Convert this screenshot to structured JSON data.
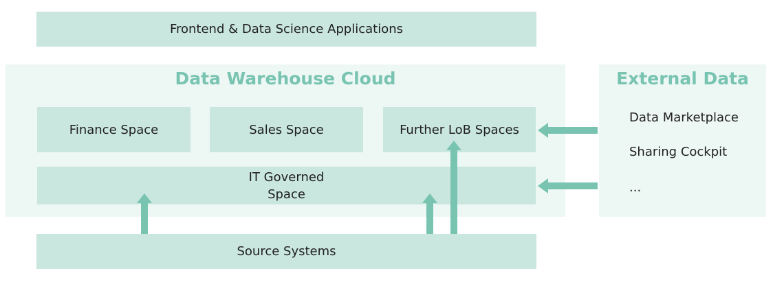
{
  "top_bar": {
    "label": "Frontend & Data Science Applications"
  },
  "dwc": {
    "title": "Data Warehouse Cloud",
    "spaces": [
      "Finance Space",
      "Sales Space",
      "Further LoB Spaces"
    ],
    "it_governed": {
      "line1": "IT Governed",
      "line2": "Space"
    }
  },
  "source": {
    "label": "Source Systems"
  },
  "external": {
    "title": "External Data",
    "items": [
      "Data Marketplace",
      "Sharing Cockpit",
      "..."
    ]
  },
  "colors": {
    "box_fill": "#c9e6df",
    "panel_fill": "#edf7f4",
    "accent": "#78c4b1"
  }
}
